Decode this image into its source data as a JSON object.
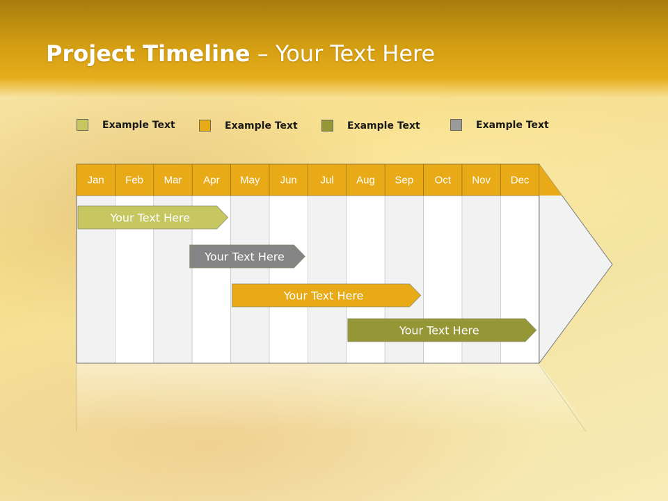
{
  "slide": {
    "title_bold": "Project Timeline",
    "title_rest": " – Your Text Here"
  },
  "legend": [
    {
      "label": "Example Text",
      "color": "#c6c760"
    },
    {
      "label": "Example Text",
      "color": "#e8aa17"
    },
    {
      "label": "Example Text",
      "color": "#959635"
    },
    {
      "label": "Example Text",
      "color": "#9a9a9a"
    }
  ],
  "timeline": {
    "months": [
      "Jan",
      "Feb",
      "Mar",
      "Apr",
      "May",
      "Jun",
      "Jul",
      "Aug",
      "Sep",
      "Oct",
      "Nov",
      "Dec"
    ],
    "header_color": "#e8aa17",
    "bars": [
      {
        "label": "Your  Text Here",
        "start_month": 1.0,
        "end_month": 4.0,
        "color": "#c6c760"
      },
      {
        "label": "Your  Text Here",
        "start_month": 3.9,
        "end_month": 6.0,
        "color": "#858585"
      },
      {
        "label": "Your  Text Here",
        "start_month": 5.0,
        "end_month": 9.0,
        "color": "#e8aa17"
      },
      {
        "label": "Your  Text Here",
        "start_month": 8.0,
        "end_month": 12.0,
        "color": "#959635"
      }
    ]
  }
}
